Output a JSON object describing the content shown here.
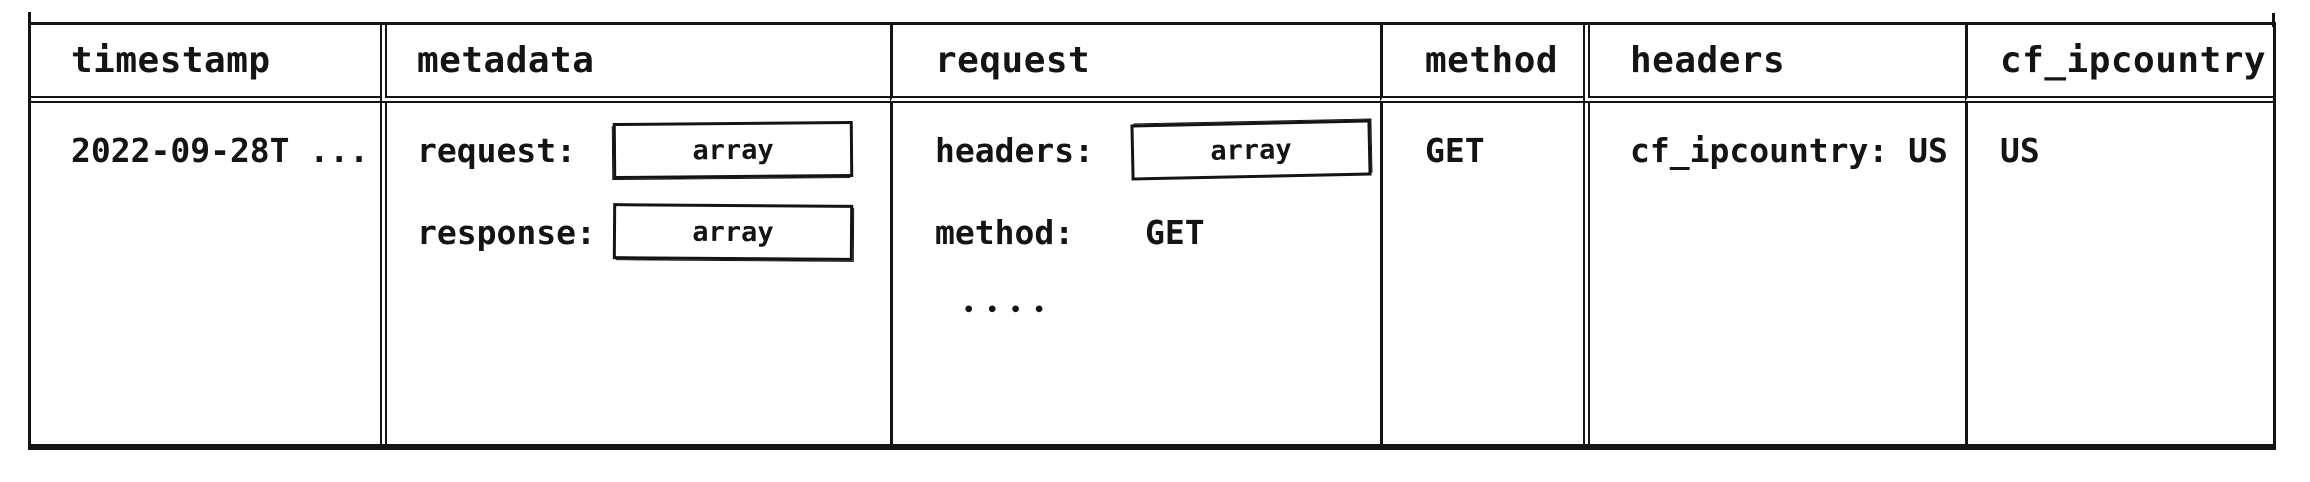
{
  "diagram": {
    "style": "hand-drawn sketch table",
    "colors": {
      "ink": "#141414",
      "background": "#ffffff"
    }
  },
  "table": {
    "columns": [
      {
        "id": "timestamp",
        "label": "timestamp"
      },
      {
        "id": "metadata",
        "label": "metadata"
      },
      {
        "id": "request",
        "label": "request"
      },
      {
        "id": "method",
        "label": "method"
      },
      {
        "id": "headers",
        "label": "headers"
      },
      {
        "id": "cf_ipcountry",
        "label": "cf_ipcountry"
      }
    ],
    "row": {
      "timestamp": "2022-09-28T ...",
      "metadata": {
        "entries": [
          {
            "key": "request:",
            "value": "array"
          },
          {
            "key": "response:",
            "value": "array"
          }
        ]
      },
      "request": {
        "entries": [
          {
            "key": "headers:",
            "value": "array"
          },
          {
            "key": "method:",
            "value": "GET"
          }
        ],
        "truncation_dots": "••••"
      },
      "method": "GET",
      "headers": "cf_ipcountry: US",
      "cf_ipcountry": "US"
    }
  }
}
